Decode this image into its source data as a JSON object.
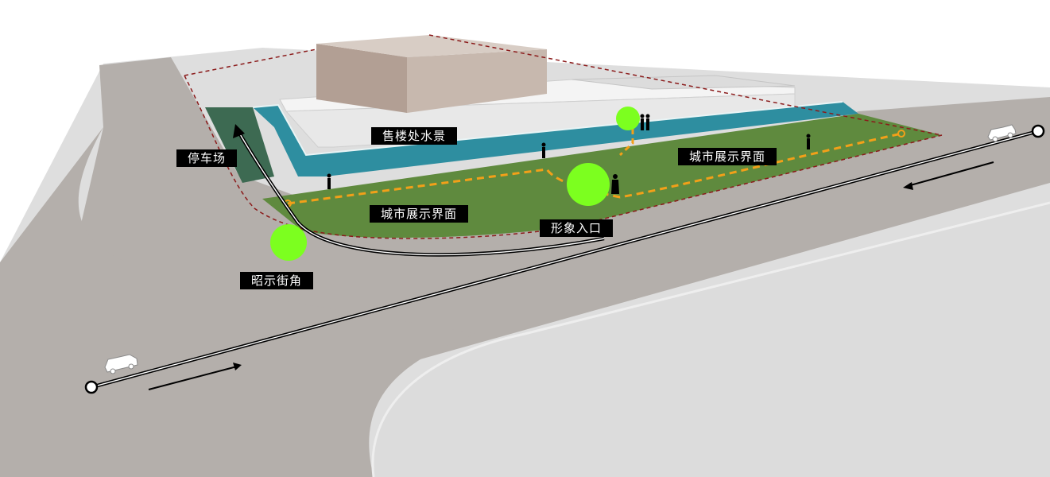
{
  "labels": {
    "parking": "停车场",
    "sales_waterscape": "售楼处水景",
    "city_front_left": "城市展示界面",
    "city_front_right": "城市展示界面",
    "image_entrance": "形象入口",
    "corner": "昭示街角"
  },
  "colors": {
    "road": "#b4afab",
    "ground": "#dedede",
    "lawn": "#5f8a3e",
    "water": "#2e8ea0",
    "parking": "#3d6a52",
    "node": "#7cff1f",
    "path": "#f2a019",
    "boundary": "#8b1b1b",
    "tag_bg": "#000000",
    "tag_text": "#ffffff"
  }
}
